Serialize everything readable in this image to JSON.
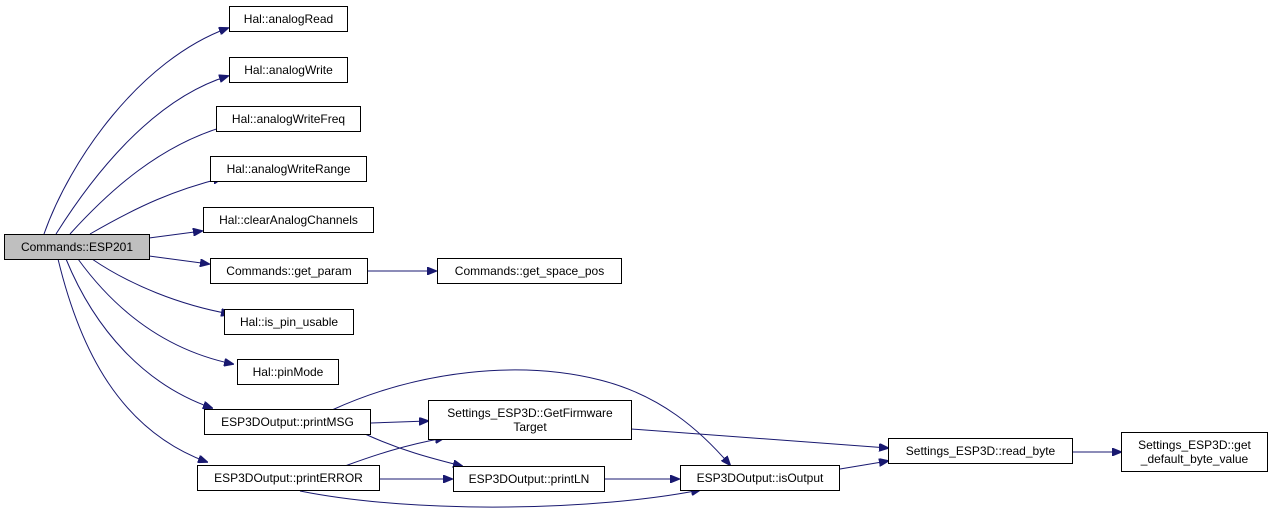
{
  "colors": {
    "edge": "#191970",
    "root_fill": "#bfbfbf",
    "node_fill": "#ffffff",
    "node_border": "#000000"
  },
  "nodes": {
    "root": {
      "line1": "Commands::ESP201"
    },
    "analog_read": {
      "line1": "Hal::analogRead"
    },
    "analog_write": {
      "line1": "Hal::analogWrite"
    },
    "analog_write_freq": {
      "line1": "Hal::analogWriteFreq"
    },
    "analog_write_range": {
      "line1": "Hal::analogWriteRange"
    },
    "clear_analog_channels": {
      "line1": "Hal::clearAnalogChannels"
    },
    "get_param": {
      "line1": "Commands::get_param"
    },
    "get_space_pos": {
      "line1": "Commands::get_space_pos"
    },
    "is_pin_usable": {
      "line1": "Hal::is_pin_usable"
    },
    "pin_mode": {
      "line1": "Hal::pinMode"
    },
    "print_msg": {
      "line1": "ESP3DOutput::printMSG"
    },
    "print_error": {
      "line1": "ESP3DOutput::printERROR"
    },
    "get_firmware_target": {
      "line1": "Settings_ESP3D::GetFirmware",
      "line2": "Target"
    },
    "print_ln": {
      "line1": "ESP3DOutput::printLN"
    },
    "is_output": {
      "line1": "ESP3DOutput::isOutput"
    },
    "read_byte": {
      "line1": "Settings_ESP3D::read_byte"
    },
    "get_default_byte_value": {
      "line1": "Settings_ESP3D::get",
      "line2": "_default_byte_value"
    }
  }
}
